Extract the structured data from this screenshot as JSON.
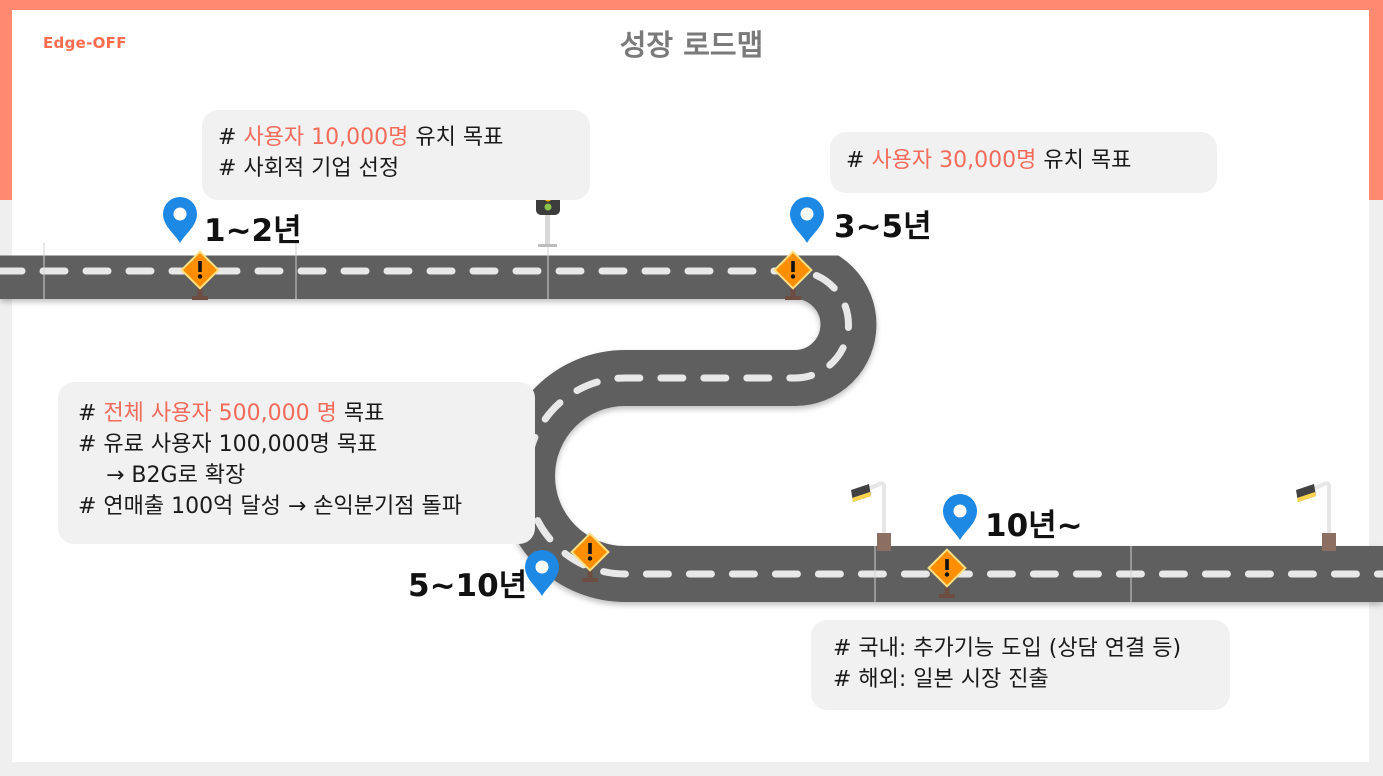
{
  "brand": "Edge-OFF",
  "title": "성장 로드맵",
  "milestones": [
    {
      "label": "1~2년",
      "lines": [
        {
          "prefix": "# ",
          "highlight": "사용자 10,000명",
          "rest": " 유치 목표"
        },
        {
          "prefix": "# 사회적 기업 선정",
          "highlight": "",
          "rest": ""
        }
      ]
    },
    {
      "label": "3~5년",
      "lines": [
        {
          "prefix": "# ",
          "highlight": "사용자 30,000명",
          "rest": " 유치 목표"
        }
      ]
    },
    {
      "label": "5~10년",
      "lines": [
        {
          "prefix": "# ",
          "highlight": "전체 사용자 500,000 명",
          "rest": " 목표"
        },
        {
          "prefix": "# 유료 사용자 100,000명 목표",
          "highlight": "",
          "rest": ""
        },
        {
          "prefix": "    → B2G로 확장",
          "highlight": "",
          "rest": ""
        },
        {
          "prefix": "# 연매출 100억 달성 → 손익분기점 돌파",
          "highlight": "",
          "rest": ""
        }
      ]
    },
    {
      "label": "10년~",
      "lines": [
        {
          "prefix": "# 국내: 추가기능 도입 (상담 연결 등)",
          "highlight": "",
          "rest": ""
        },
        {
          "prefix": "# 해외: 일본 시장 진출",
          "highlight": "",
          "rest": ""
        }
      ]
    }
  ],
  "icons": [
    "map-pin-icon",
    "warning-sign-icon",
    "traffic-light-icon",
    "street-lamp-icon"
  ],
  "colors": {
    "accent": "#f26b5b",
    "frame": "#ff8a6f",
    "road": "#5f5f5f",
    "pin": "#1e88e5",
    "sign": "#ff8f00",
    "box": "#f1f1f1"
  }
}
